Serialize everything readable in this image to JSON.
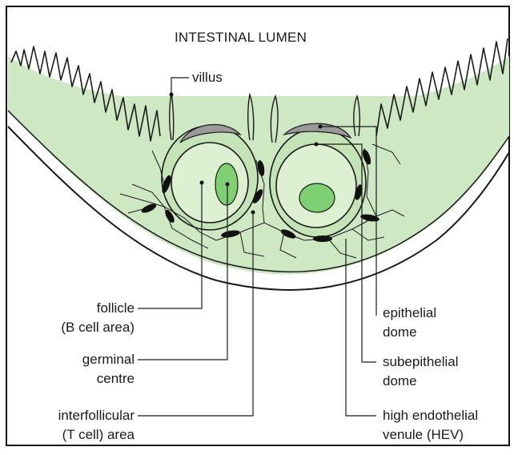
{
  "title": "INTESTINAL LUMEN",
  "labels": {
    "villus": "villus",
    "follicle_1": "follicle",
    "follicle_2": "(B cell area)",
    "germinal_1": "germinal",
    "germinal_2": "centre",
    "interfollicular_1": "interfollicular",
    "interfollicular_2": "(T cell) area",
    "epithelial_1": "epithelial",
    "epithelial_2": "dome",
    "subepithelial_1": "subepithelial",
    "subepithelial_2": "dome",
    "hev_1": "high endothelial",
    "hev_2": "venule (HEV)"
  },
  "colors": {
    "tissue": "#cfe8c4",
    "follicle": "#ddf0d2",
    "germinal": "#7fcf73",
    "dome": "#9a9a9a",
    "outline": "#1a1a1a",
    "hev": "#111111"
  }
}
